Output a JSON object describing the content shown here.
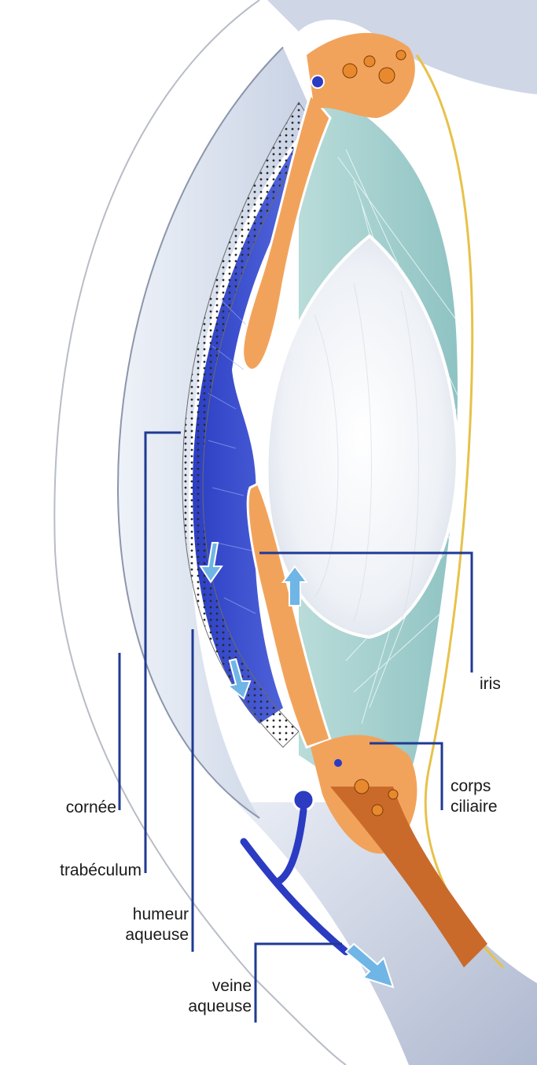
{
  "labels": {
    "iris": "iris",
    "corps_ciliaire_line1": "corps",
    "corps_ciliaire_line2": "ciliaire",
    "cornee": "cornée",
    "trabeculum": "trabéculum",
    "humeur_line1": "humeur",
    "humeur_line2": "aqueuse",
    "veine_line1": "veine",
    "veine_line2": "aqueuse"
  },
  "colors": {
    "leader_line": "#1f3a93",
    "iris_orange": "#f2a35b",
    "sclera_blue_gray": "#c9d3e6",
    "cornea_light": "#dfe7f3",
    "aqueous_blue": "#3344c8",
    "lens_white": "#f4f6f9",
    "teal_zonules": "#9fc9c9",
    "arrow_blue": "#6fb6e6"
  }
}
